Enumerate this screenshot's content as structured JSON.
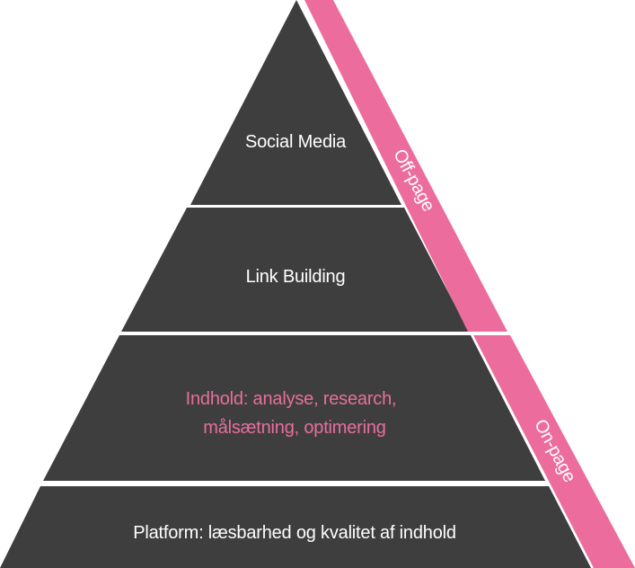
{
  "pyramid": {
    "tiers": [
      {
        "lines": [
          "Social Media"
        ]
      },
      {
        "lines": [
          "Link Building"
        ]
      },
      {
        "lines": [
          "Indhold: analyse, research,",
          "målsætning, optimering"
        ]
      },
      {
        "lines": [
          "Platform: læsbarhed og kvalitet af indhold"
        ]
      }
    ]
  },
  "sides": {
    "off_page": "Off-page",
    "on_page": "On-page"
  },
  "colors": {
    "tier_fill": "#3f3e3f",
    "accent": "#ec6d9d",
    "accent_text": "#e76f9c",
    "text_light": "#ffffff"
  }
}
